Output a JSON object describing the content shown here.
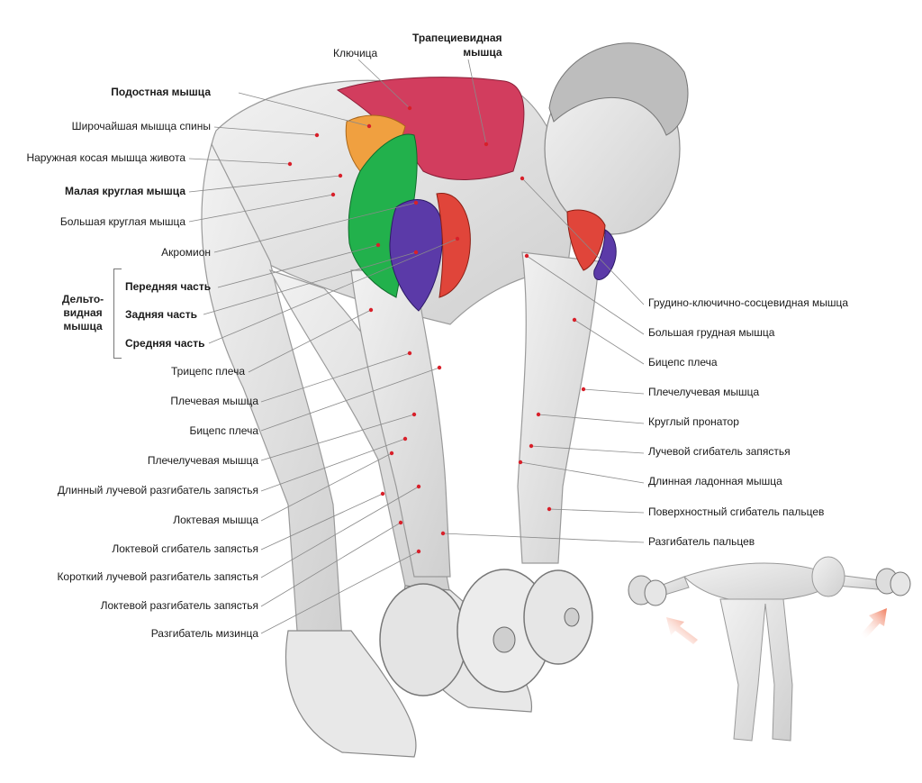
{
  "top_labels": {
    "clavicle": "Ключица",
    "trapezius": "Трапециевидная\nмышца"
  },
  "left_labels": [
    {
      "text": "Подостная мышца",
      "bold": true
    },
    {
      "text": "Широчайшая мышца спины",
      "bold": false
    },
    {
      "text": "Наружная косая мышца живота",
      "bold": false
    },
    {
      "text": "Малая круглая мышца",
      "bold": true
    },
    {
      "text": "Большая круглая мышца",
      "bold": false
    },
    {
      "text": "Акромион",
      "bold": false
    },
    {
      "text": "Трицепс плеча",
      "bold": false
    },
    {
      "text": "Плечевая мышца",
      "bold": false
    },
    {
      "text": "Бицепс плеча",
      "bold": false
    },
    {
      "text": "Плечелучевая мышца",
      "bold": false
    },
    {
      "text": "Длинный лучевой разгибатель запястья",
      "bold": false
    },
    {
      "text": "Локтевая мышца",
      "bold": false
    },
    {
      "text": "Локтевой сгибатель запястья",
      "bold": false
    },
    {
      "text": "Короткий лучевой разгибатель запястья",
      "bold": false
    },
    {
      "text": "Локтевой разгибатель запястья",
      "bold": false
    },
    {
      "text": "Разгибатель мизинца",
      "bold": false
    }
  ],
  "deltoid": {
    "title": "Дельто-\nвидная\nмышца",
    "parts": [
      "Передняя часть",
      "Задняя часть",
      "Средняя часть"
    ]
  },
  "right_labels": [
    "Грудино-ключично-сосцевидная мышца",
    "Большая грудная мышца",
    "Бицепс плеча",
    "Плечелучевая мышца",
    "Круглый пронатор",
    "Лучевой сгибатель запястья",
    "Длинная ладонная мышца",
    "Поверхностный сгибатель пальцев",
    "Разгибатель пальцев"
  ],
  "colors": {
    "trapezius": "#d23d5e",
    "infraspinatus": "#f0a040",
    "teres_minor": "#22b14c",
    "posterior_deltoid": "#5b3aa8",
    "middle_deltoid": "#e0453a",
    "sternocleidomastoid": "#e0453a",
    "leader_line": "#8a8a8a",
    "arrow": "#f28a6a"
  }
}
